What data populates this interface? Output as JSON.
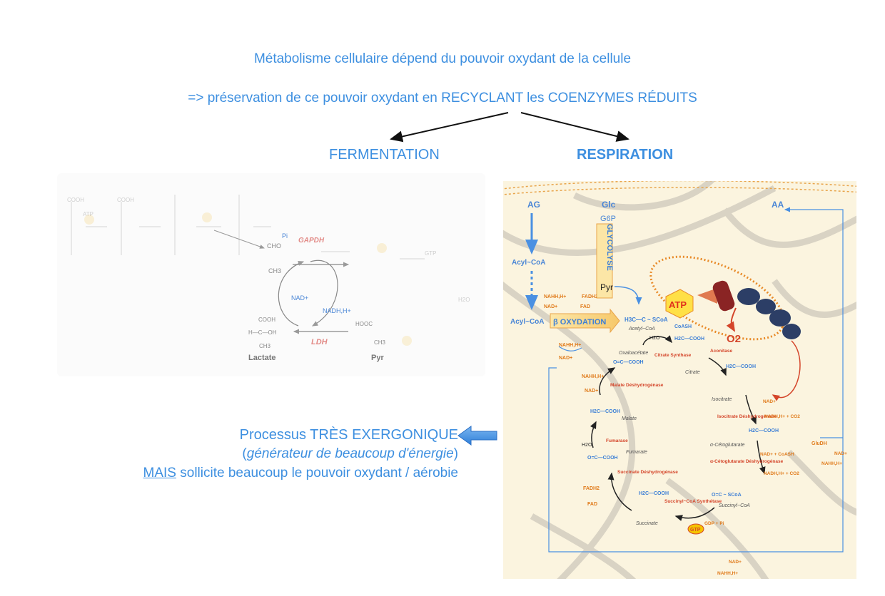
{
  "header": {
    "line1": "Métabolisme cellulaire dépend du pouvoir oxydant de la cellule",
    "line2": "=> préservation de ce pouvoir oxydant en RECYCLANT les COENZYMES RÉDUITS"
  },
  "branches": {
    "left": "FERMENTATION",
    "right": "RESPIRATION"
  },
  "fermentation": {
    "cofactor_pi": "Pi",
    "enzyme_gapdh": "GAPDH",
    "enzyme_ldh": "LDH",
    "nad": "NAD+",
    "nadh": "NADH,H+",
    "lactate": "Lactate",
    "pyr": "Pyr",
    "cho": "CHO",
    "cooh": "COOH",
    "choh": "H—C—OH",
    "ch3": "CH3",
    "hooc": "HOOC",
    "atp": "ATP",
    "gtp": "GTP",
    "h2o": "H2O"
  },
  "respiration": {
    "ag": "AG",
    "glc": "Glc",
    "g6p": "G6P",
    "glycolyse": "GLYCOLYSE",
    "aa": "AA",
    "acyl_coa": "Acyl~CoA",
    "acyl_coa2": "Acyl~CoA",
    "beta_oxydation": "β OXYDATION",
    "pyr": "Pyr",
    "nadh_h": "NAHH,H+",
    "nad": "NAD+",
    "fadh2": "FADH2",
    "fad": "FAD",
    "atp": "ATP",
    "o2": "O2",
    "acetyl_coa": "Acetyl~CoA",
    "acetyl_formula": "H3C—C ~ SCoA",
    "coash": "CoASH",
    "h2o": "H2O",
    "citrate_synthase": "Citrate Synthase",
    "citrate": "Citrate",
    "aconitase": "Aconitase",
    "isocitrate": "Isocitrate",
    "isocitrate_dh": "Isocitrate Déshydrogénase",
    "nadh_co2": "NADH,H+ + CO2",
    "alpha_keto": "α-Cétoglutarate",
    "alpha_keto_dh": "α-Cétoglutarate Déshydrogénase",
    "nad_coash": "NAD+ + CoASH",
    "succinyl_coa": "Succinyl~CoA",
    "succinyl_formula": "O=C ~ SCoA",
    "succinyl_synthetase": "Succinyl~CoA Synthétase",
    "gtp": "GTP",
    "gdp_pi": "GDP + Pi",
    "succinate": "Succinate",
    "succinate_dh": "Succinate Déshydrogénase",
    "fumarate": "Fumarate",
    "fumarase": "Fumarase",
    "malate": "Malate",
    "malate_dh": "Malate Déshydrogénase",
    "oxaloacetate": "Oxaloacétate",
    "oc_cooh": "O=C—COOH",
    "h2c_cooh": "H2C—COOH",
    "glu_dh": "GluDH",
    "nahh_h": "NAHH,H+",
    "nad_bottom": "NAD+",
    "nahh_bottom": "NAHH,H+"
  },
  "note": {
    "line1": "Processus TRÈS EXERGONIQUE",
    "line2_open": "(",
    "line2_italic": "générateur de beaucoup d'énergie",
    "line2_close": ")",
    "line3_underlined": "MAIS",
    "line3_rest": " sollicite beaucoup le pouvoir oxydant / aérobie"
  },
  "colors": {
    "accent_blue": "#3d8fe0",
    "enzyme_red": "#d4452a",
    "cofactor_orange": "#e07a1a",
    "atp_yellow": "#f5c400",
    "complex_navy": "#2c3e66",
    "membrane_cream": "#fbf4df"
  }
}
